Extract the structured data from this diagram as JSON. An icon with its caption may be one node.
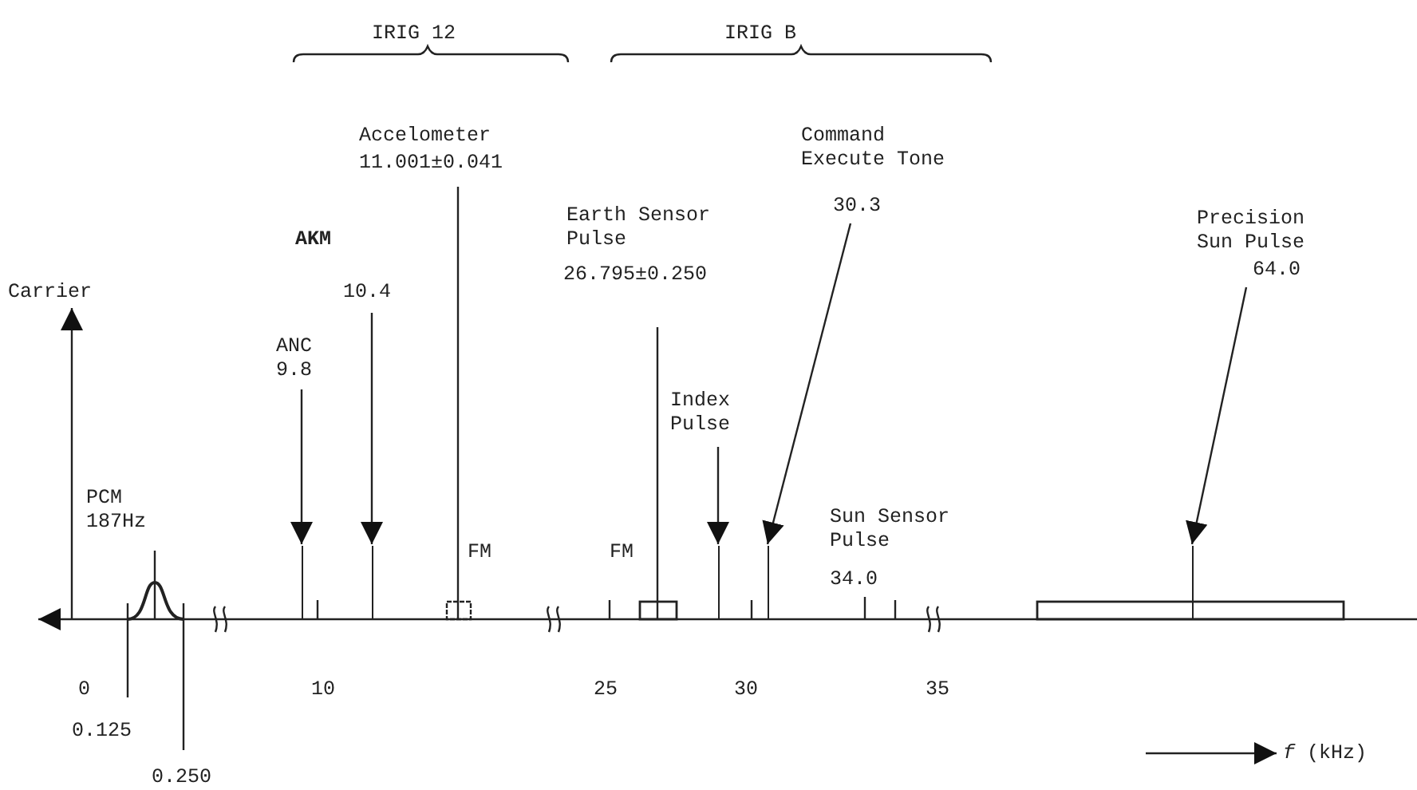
{
  "diagram": {
    "nodes": [
      {
        "text": [
          "AKM",
          "10.4"
        ]
      },
      {
        "text": [
          "Command Execute Tone",
          "30.3"
        ]
      },
      {
        "text": [
          "Precision Sun Pulse",
          "64.0"
        ]
      },
      {
        "text": [
          "Index Pulse"
        ]
      },
      {
        "text": [
          "ANC 9.8"
        ]
      },
      {
        "text": [],
        "shape": "bar"
      },
      {
        "text": [],
        "shape": "bar"
      },
      {
        "text": [],
        "shape": "bar"
      },
      {
        "text": [],
        "shape": "bar"
      },
      {
        "text": [],
        "shape": "bar"
      }
    ],
    "edges": [
      {
        "from": 4,
        "to": 5,
        "arrow": "to"
      },
      {
        "from": 0,
        "to": 6,
        "arrow": "to"
      },
      {
        "from": 3,
        "to": 7,
        "arrow": "to"
      },
      {
        "from": 1,
        "to": 8,
        "arrow": "to"
      },
      {
        "from": 2,
        "to": 9,
        "arrow": "to"
      }
    ],
    "labels": [
      "IRIG 12",
      "IRIG B",
      "Accelometer",
      "11.001±0.041",
      "Earth Sensor Pulse",
      "26.795±0.250",
      "Carrier",
      "PCM 187Hz",
      "FM",
      "FM",
      "Sun Sensor Pulse",
      "34.0",
      "0",
      "10",
      "25",
      "30",
      "35",
      "0.125",
      "0.250",
      "*f* (kHz)"
    ]
  }
}
